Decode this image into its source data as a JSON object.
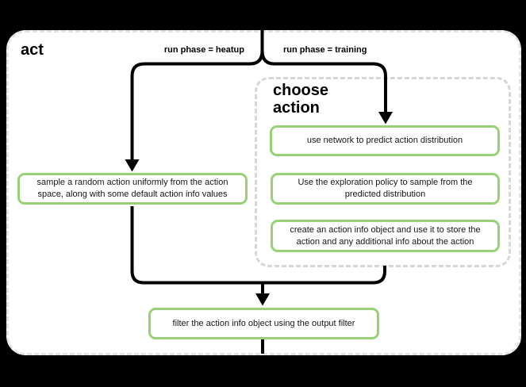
{
  "panel": {
    "title": "act"
  },
  "edges": {
    "heatup_label": "run phase = heatup",
    "training_label": "run phase = training"
  },
  "group": {
    "title": "choose action"
  },
  "nodes": {
    "sample_random": "sample a random action uniformly from the action space, along with some default action info values",
    "predict": "use network to predict action distribution",
    "explore": "Use the exploration policy to sample from the predicted distribution",
    "action_info": "create an action info object and use it to store the action and any additional info about the action",
    "filter": "filter the action info object using the output filter"
  },
  "colors": {
    "background": "#000000",
    "panel_fill": "#ffffff",
    "panel_border": "#e3e3e3",
    "group_border": "#d6d6d6",
    "node_border": "#97d077",
    "connector": "#000000",
    "text": "#161616"
  }
}
